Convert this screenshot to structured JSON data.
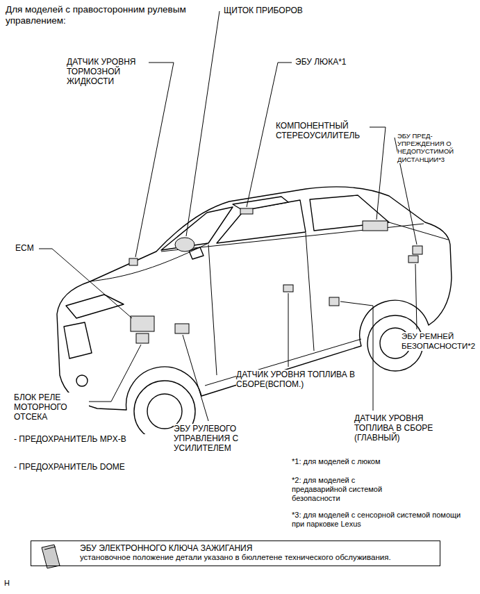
{
  "diagram": {
    "title": "Для моделей с правосторонним рулевым управлением:",
    "nodes": [
      {
        "text": [
          "ЭБУ ЭЛЕКТРОННОГО КЛЮЧА ЗАЖИГАНИЯ",
          "установочное положение детали указано в бюллетене технического обслуживания."
        ]
      }
    ],
    "edges": [],
    "labels": [
      "ЩИТОК ПРИБОРОВ",
      "ДАТЧИК УРОВНЯ ТОРМОЗНОЙ ЖИДКОСТИ",
      "ЭБУ ЛЮКА*1",
      "КОМПОНЕНТНЫЙ СТЕРЕОУСИЛИТЕЛЬ",
      "ЭБУ ПРЕД- УПРЕЖДЕНИЯ О НЕДОПУСТИМОЙ ДИСТАНЦИИ*3",
      "ECM",
      "ЭБУ РЕМНЕЙ БЕЗОПАСНОСТИ*2",
      "ДАТЧИК УРОВНЯ ТОПЛИВА В СБОРЕ(ВСПОМ.)",
      "БЛОК РЕЛЕ МОТОРНОГО ОТСЕКА",
      "- ПРЕДОХРАНИТЕЛЬ MPX-B",
      "- ПРЕДОХРАНИТЕЛЬ DOME",
      "ЭБУ РУЛЕВОГО УПРАВЛЕНИЯ С УСИЛИТЕЛЕМ",
      "ДАТЧИК УРОВНЯ ТОПЛИВА В СБОРЕ (ГЛАВНЫЙ)",
      "*1: для моделей с люком",
      "*2: для моделей с предаварийной системой безопасности",
      "*3: для моделей с сенсорной системой помощи при парковке Lexus",
      "H"
    ]
  }
}
